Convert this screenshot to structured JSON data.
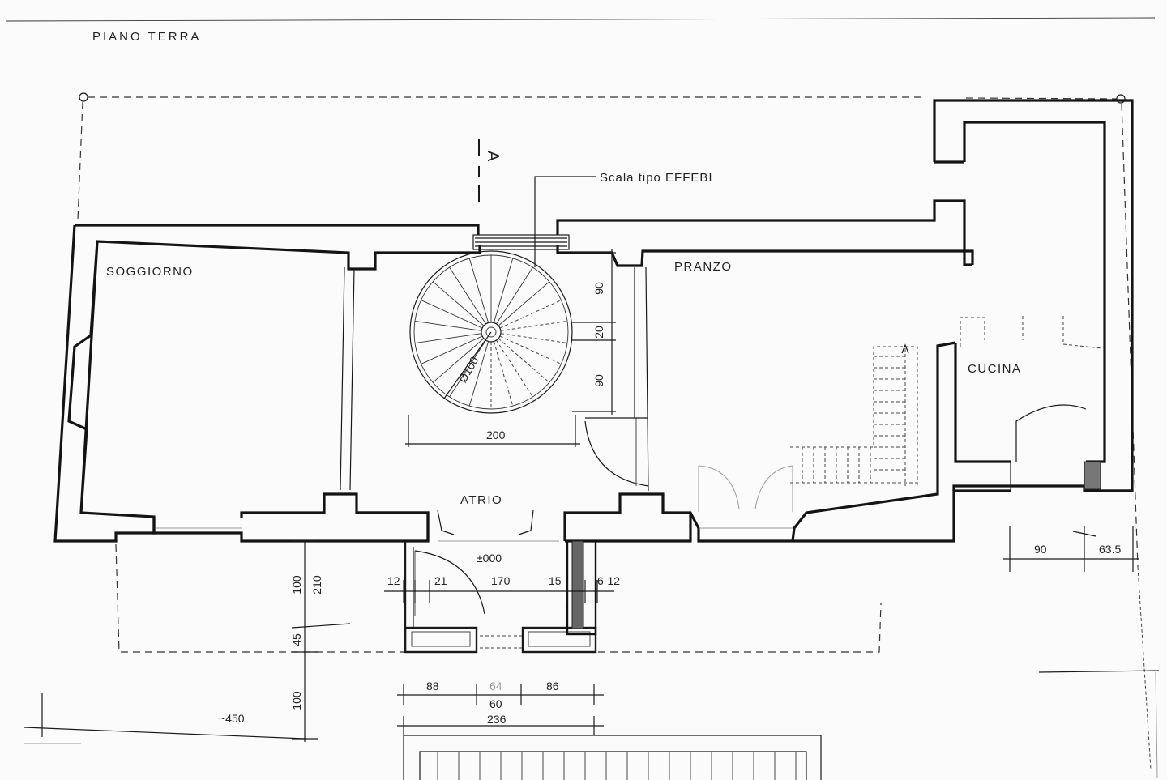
{
  "title": "PIANO TERRA",
  "rooms": {
    "soggiorno": "SOGGIORNO",
    "pranzo": "PRANZO",
    "cucina": "CUCINA",
    "atrio": "ATRIO"
  },
  "section_marker": "A",
  "stair_note": "Scala tipo EFFEBI",
  "stair_diameter": "Ø100",
  "level": "±000",
  "dimensions": {
    "stair_width": "200",
    "stair_v1": "90",
    "stair_v2": "20",
    "stair_v3": "90",
    "kitchen_a": "90",
    "kitchen_b": "63.5",
    "entry_12": "12",
    "entry_21": "21",
    "entry_170": "170",
    "entry_15": "15",
    "entry_6_12": "6-12",
    "vert_100": "100",
    "vert_210": "210",
    "vert_45": "45",
    "vert_100b": "100",
    "bottom_88": "88",
    "bottom_64": "64",
    "bottom_86": "86",
    "bottom_60": "60",
    "bottom_236": "236",
    "approx_450": "~450"
  }
}
